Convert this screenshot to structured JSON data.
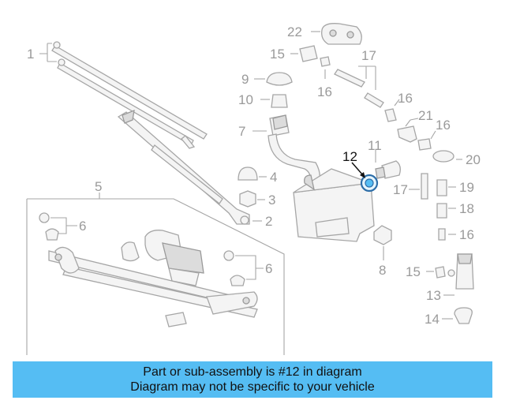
{
  "callouts": {
    "c1": "1",
    "c2": "2",
    "c3": "3",
    "c4": "4",
    "c5": "5",
    "c6a": "6",
    "c6b": "6",
    "c7": "7",
    "c8": "8",
    "c9": "9",
    "c10": "10",
    "c11": "11",
    "c12": "12",
    "c13": "13",
    "c14": "14",
    "c15a": "15",
    "c15b": "15",
    "c16a": "16",
    "c16b": "16",
    "c16c": "16",
    "c16d": "16",
    "c17a": "17",
    "c17b": "17",
    "c18": "18",
    "c19": "19",
    "c20": "20",
    "c21": "21",
    "c22": "22"
  },
  "highlight": {
    "part_number": "12",
    "color": "#55bdf3"
  },
  "banner": {
    "line1": "Part or sub-assembly is #12 in diagram",
    "line2": "Diagram may not be specific to your vehicle",
    "background": "#55bdf3"
  }
}
